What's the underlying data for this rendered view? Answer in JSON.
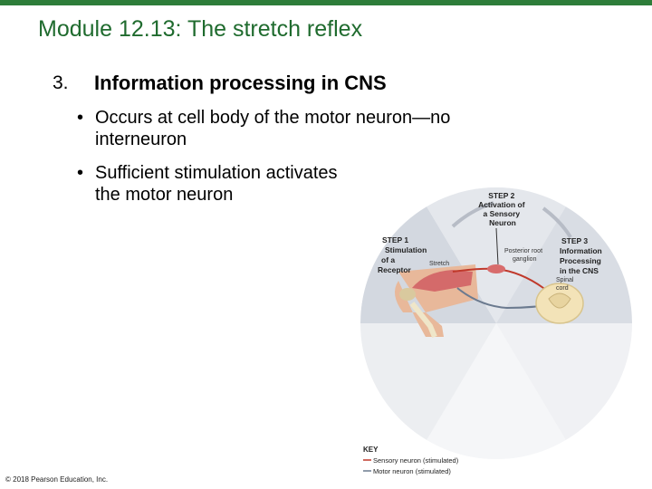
{
  "slide": {
    "title": "Module 12.13: The stretch reflex",
    "item_number": "3.",
    "heading": "Information processing in CNS",
    "bullets": [
      "Occurs at cell body of the motor neuron—no interneuron",
      "Sufficient stimulation activates the motor neuron"
    ],
    "bullet_glyph": "•",
    "copyright": "© 2018 Pearson Education, Inc.",
    "accent_color": "#1f6b2e"
  },
  "figure": {
    "step1": [
      "STEP 1",
      "Stimulation",
      "of a",
      "Receptor"
    ],
    "step2": [
      "STEP 2",
      "Activation of",
      "a Sensory",
      "Neuron"
    ],
    "step3": [
      "STEP 3",
      "Information",
      "Processing",
      "in the CNS"
    ],
    "labels": {
      "stretch": "Stretch",
      "ganglion": [
        "Posterior root",
        "ganglion"
      ],
      "spinal_cord": [
        "Spinal",
        "cord"
      ]
    },
    "key": {
      "title": "KEY",
      "items": [
        "Sensory neuron (stimulated)",
        "Motor neuron (stimulated)"
      ],
      "colors": [
        "#c0392b",
        "#6b7a8f"
      ]
    }
  }
}
